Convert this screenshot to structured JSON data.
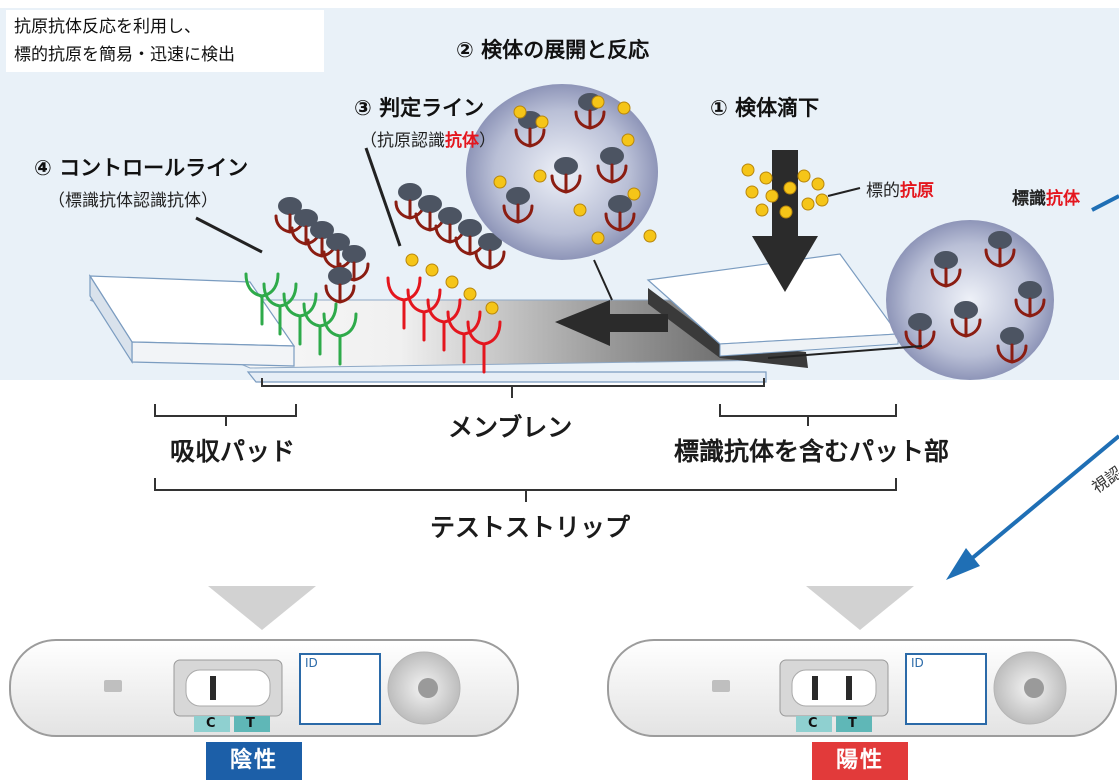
{
  "intro": {
    "line1": "抗原抗体反応を利用し、",
    "line2": "標的抗原を簡易・迅速に検出"
  },
  "steps": {
    "step1": "① 検体滴下",
    "step2": "② 検体の展開と反応",
    "step3": "③ 判定ライン",
    "step3_sub_pre": "（抗原認識",
    "step3_sub_hl": "抗体",
    "step3_sub_post": "）",
    "step4": "④ コントロールライン",
    "step4_sub": "（標識抗体認識抗体）"
  },
  "labels": {
    "target_pre": "標的",
    "target_hl": "抗原",
    "labeled_pre": "標識",
    "labeled_hl": "抗体",
    "cut_text": "視認"
  },
  "parts": {
    "absorb": "吸収パッド",
    "membrane": "メンブレン",
    "conjugate": "標識抗体を含むパット部",
    "strip": "テストストリップ"
  },
  "cassettes": {
    "id_label": "ID",
    "c_label": "C",
    "t_label": "T",
    "negative": "陰性",
    "positive": "陽性"
  },
  "colors": {
    "background_band": "#e9f1f8",
    "negative_badge": "#1c5fa8",
    "positive_badge": "#e23a3a",
    "control_antibody": "#2eaa4a",
    "test_antibody": "#e4161e",
    "labeled_antibody": "#8b1d12",
    "antigen": "#f5c518",
    "arrow_blue": "#1f6fb5"
  }
}
